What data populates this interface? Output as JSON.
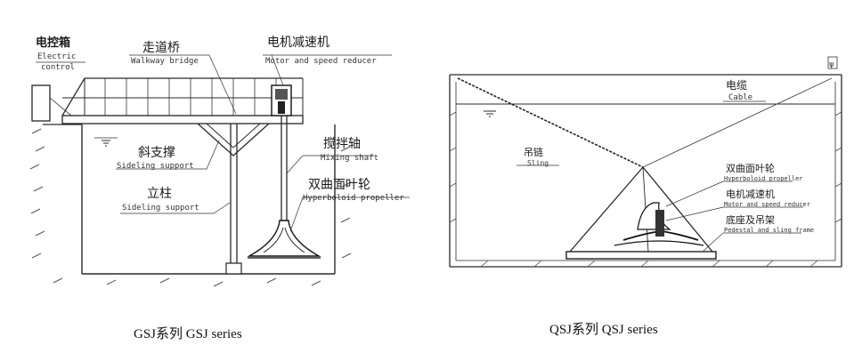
{
  "left_diagram": {
    "labels": {
      "control_zh": "电控箱",
      "control_en1": "Electric",
      "control_en2": "control",
      "walkway_zh": "走道桥",
      "walkway_en": "Walkway bridge",
      "motor_zh": "电机减速机",
      "motor_en": "Motor and speed reducer",
      "brace_zh": "斜支撑",
      "brace_en": "Sideling support",
      "shaft_zh": "搅拌轴",
      "shaft_en": "Mixing shaft",
      "column_zh": "立柱",
      "column_en": "Sideling support",
      "propeller_zh": "双曲面叶轮",
      "propeller_en": "Hyperboloid propeller"
    },
    "caption": "GSJ系列 GSJ series"
  },
  "right_diagram": {
    "labels": {
      "corner_mark": "ψ",
      "cable_zh": "电缆",
      "cable_en": "Cable",
      "sling_zh": "吊链",
      "sling_en": "Sling",
      "propeller_zh": "双曲面叶轮",
      "propeller_en": "Hyperboloid propeller",
      "motor_zh": "电机减速机",
      "motor_en": "Motor and speed reducer",
      "base_zh": "底座及吊架",
      "base_en": "Pedestal and sling frame"
    },
    "caption": "QSJ系列 QSJ series"
  }
}
